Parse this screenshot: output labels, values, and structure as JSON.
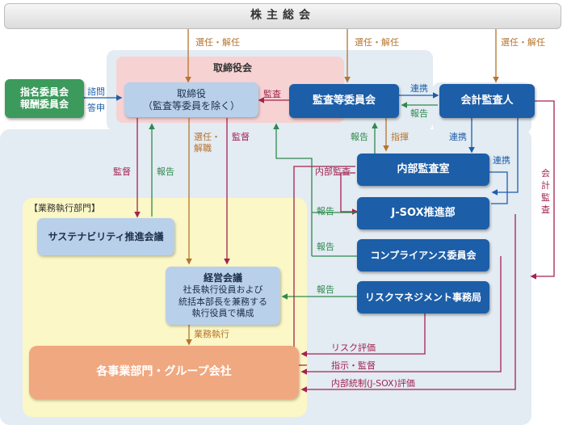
{
  "title": "株主総会",
  "board": {
    "title": "取締役会",
    "director_line1": "取締役",
    "director_line2": "（監査等委員を除く）"
  },
  "nomination": {
    "line1": "指名委員会",
    "line2": "報酬委員会"
  },
  "audit_committee": "監査等委員会",
  "accounting_auditor": "会計監査人",
  "internal_audit": "内部監査室",
  "jsox": "J-SOX推進部",
  "compliance": "コンプライアンス委員会",
  "risk": "リスクマネジメント事務局",
  "exec_section": {
    "label": "【業務執行部門】",
    "sustainability": "サステナビリティ推進会議"
  },
  "mgmt": {
    "title": "経営会議",
    "line1": "社長執行役員および",
    "line2": "統括本部長を兼務する",
    "line3": "執行役員で構成"
  },
  "business": "各事業部門・グループ会社",
  "labels": {
    "elect1": "選任・解任",
    "elect2": "選任・解任",
    "elect3": "選任・解任",
    "consult": "諮問",
    "answer": "答申",
    "audit": "監査",
    "cooperate1": "連携",
    "report1": "報告",
    "elect_dismiss_line1": "選任・",
    "elect_dismiss_line2": "解職",
    "supervise1": "監督",
    "report2": "報告",
    "direct": "指揮",
    "cooperate2": "連携",
    "cooperate3": "連携",
    "acct_audit": "会計監査",
    "supervise2": "監督",
    "report3": "報告",
    "internal_audit_label": "内部監査",
    "report4": "報告",
    "report5": "報告",
    "report6": "報告",
    "exec": "業務執行",
    "risk_eval": "リスク評価",
    "instruct": "指示・監督",
    "icfr_eval": "内部統制(J-SOX)評価"
  },
  "colors": {
    "blue": "#1c5ea8",
    "green": "#3c9a5c",
    "brown": "#b5742e",
    "red": "#a3234f",
    "orange": "#f0a880"
  }
}
